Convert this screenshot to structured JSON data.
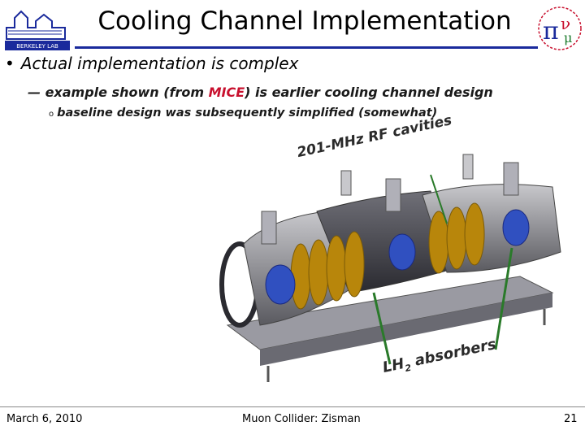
{
  "slide": {
    "title": "Cooling Channel Implementation",
    "bullet1": "Actual implementation is complex",
    "bullet2_pre": "example shown (from ",
    "bullet2_mice": "MICE",
    "bullet2_post": ") is earlier cooling channel design",
    "bullet3": "baseline design was subsequently simplified (somewhat)",
    "label_rf": "201-MHz RF cavities",
    "label_lh_main": "LH",
    "label_lh_sub": "2",
    "label_lh_rest": " absorbers",
    "logo_left_text": "BERKELEY LAB",
    "colors": {
      "title_rule": "#1a2a9c",
      "mice": "#c8102e",
      "cavity": "#b8860b",
      "absorber": "#3050c0"
    }
  },
  "footer": {
    "date": "March 6, 2010",
    "center": "Muon Collider: Zisman",
    "page": "21"
  }
}
